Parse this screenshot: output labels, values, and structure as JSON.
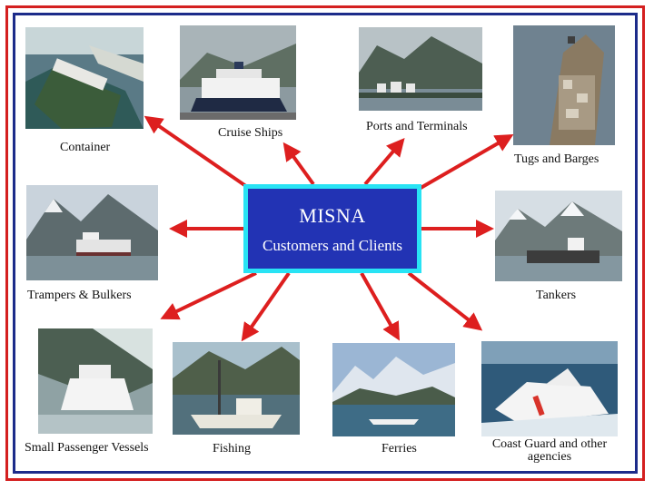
{
  "center": {
    "title": "MISNA",
    "subtitle": "Customers and Clients"
  },
  "labels": {
    "container": "Container",
    "cruise_ships": "Cruise Ships",
    "ports_terminals": "Ports and Terminals",
    "tugs_barges": "Tugs and Barges",
    "trampers_bulkers": "Trampers & Bulkers",
    "tankers": "Tankers",
    "small_passenger": "Small Passenger Vessels",
    "fishing": "Fishing",
    "ferries": "Ferries",
    "coast_guard": "Coast Guard and other agencies"
  },
  "colors": {
    "arrow": "#dd1f1f",
    "border_red": "#d42020",
    "border_blue": "#1c2b8a",
    "box_outer": "#28e3f4",
    "box_inner": "#2233b4"
  }
}
